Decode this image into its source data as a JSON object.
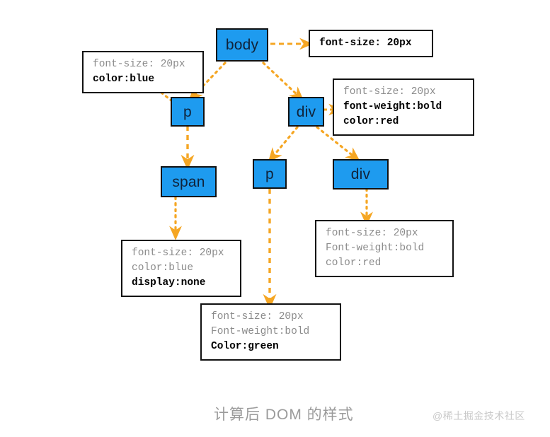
{
  "diagram": {
    "caption": "计算后 DOM 的样式",
    "watermark": "@稀土掘金技术社区",
    "accent_color": "#F5A623",
    "node_fill": "#1E9BEF",
    "node_border": "#111111",
    "nodes": [
      {
        "id": "body",
        "label": "body"
      },
      {
        "id": "p-left",
        "label": "p"
      },
      {
        "id": "div-top",
        "label": "div"
      },
      {
        "id": "span",
        "label": "span"
      },
      {
        "id": "p-mid",
        "label": "p"
      },
      {
        "id": "div-right",
        "label": "div"
      }
    ],
    "annotations": [
      {
        "id": "anno-body",
        "lines": [
          {
            "text": "font-size: 20px",
            "bold": true
          }
        ]
      },
      {
        "id": "anno-p-left",
        "lines": [
          {
            "text": "font-size: 20px",
            "bold": false
          },
          {
            "text": "color:blue",
            "bold": true
          }
        ]
      },
      {
        "id": "anno-div-top",
        "lines": [
          {
            "text": "font-size: 20px",
            "bold": false
          },
          {
            "text": "font-weight:bold",
            "bold": true
          },
          {
            "text": "color:red",
            "bold": true
          }
        ]
      },
      {
        "id": "anno-span",
        "lines": [
          {
            "text": "font-size: 20px",
            "bold": false
          },
          {
            "text": "color:blue",
            "bold": false
          },
          {
            "text": "display:none",
            "bold": true
          }
        ]
      },
      {
        "id": "anno-div-right",
        "lines": [
          {
            "text": "font-size: 20px",
            "bold": false
          },
          {
            "text": "Font-weight:bold",
            "bold": false
          },
          {
            "text": "color:red",
            "bold": false
          }
        ]
      },
      {
        "id": "anno-p-mid",
        "lines": [
          {
            "text": "font-size: 20px",
            "bold": false
          },
          {
            "text": "Font-weight:bold",
            "bold": false
          },
          {
            "text": "Color:green",
            "bold": true
          }
        ]
      }
    ]
  }
}
